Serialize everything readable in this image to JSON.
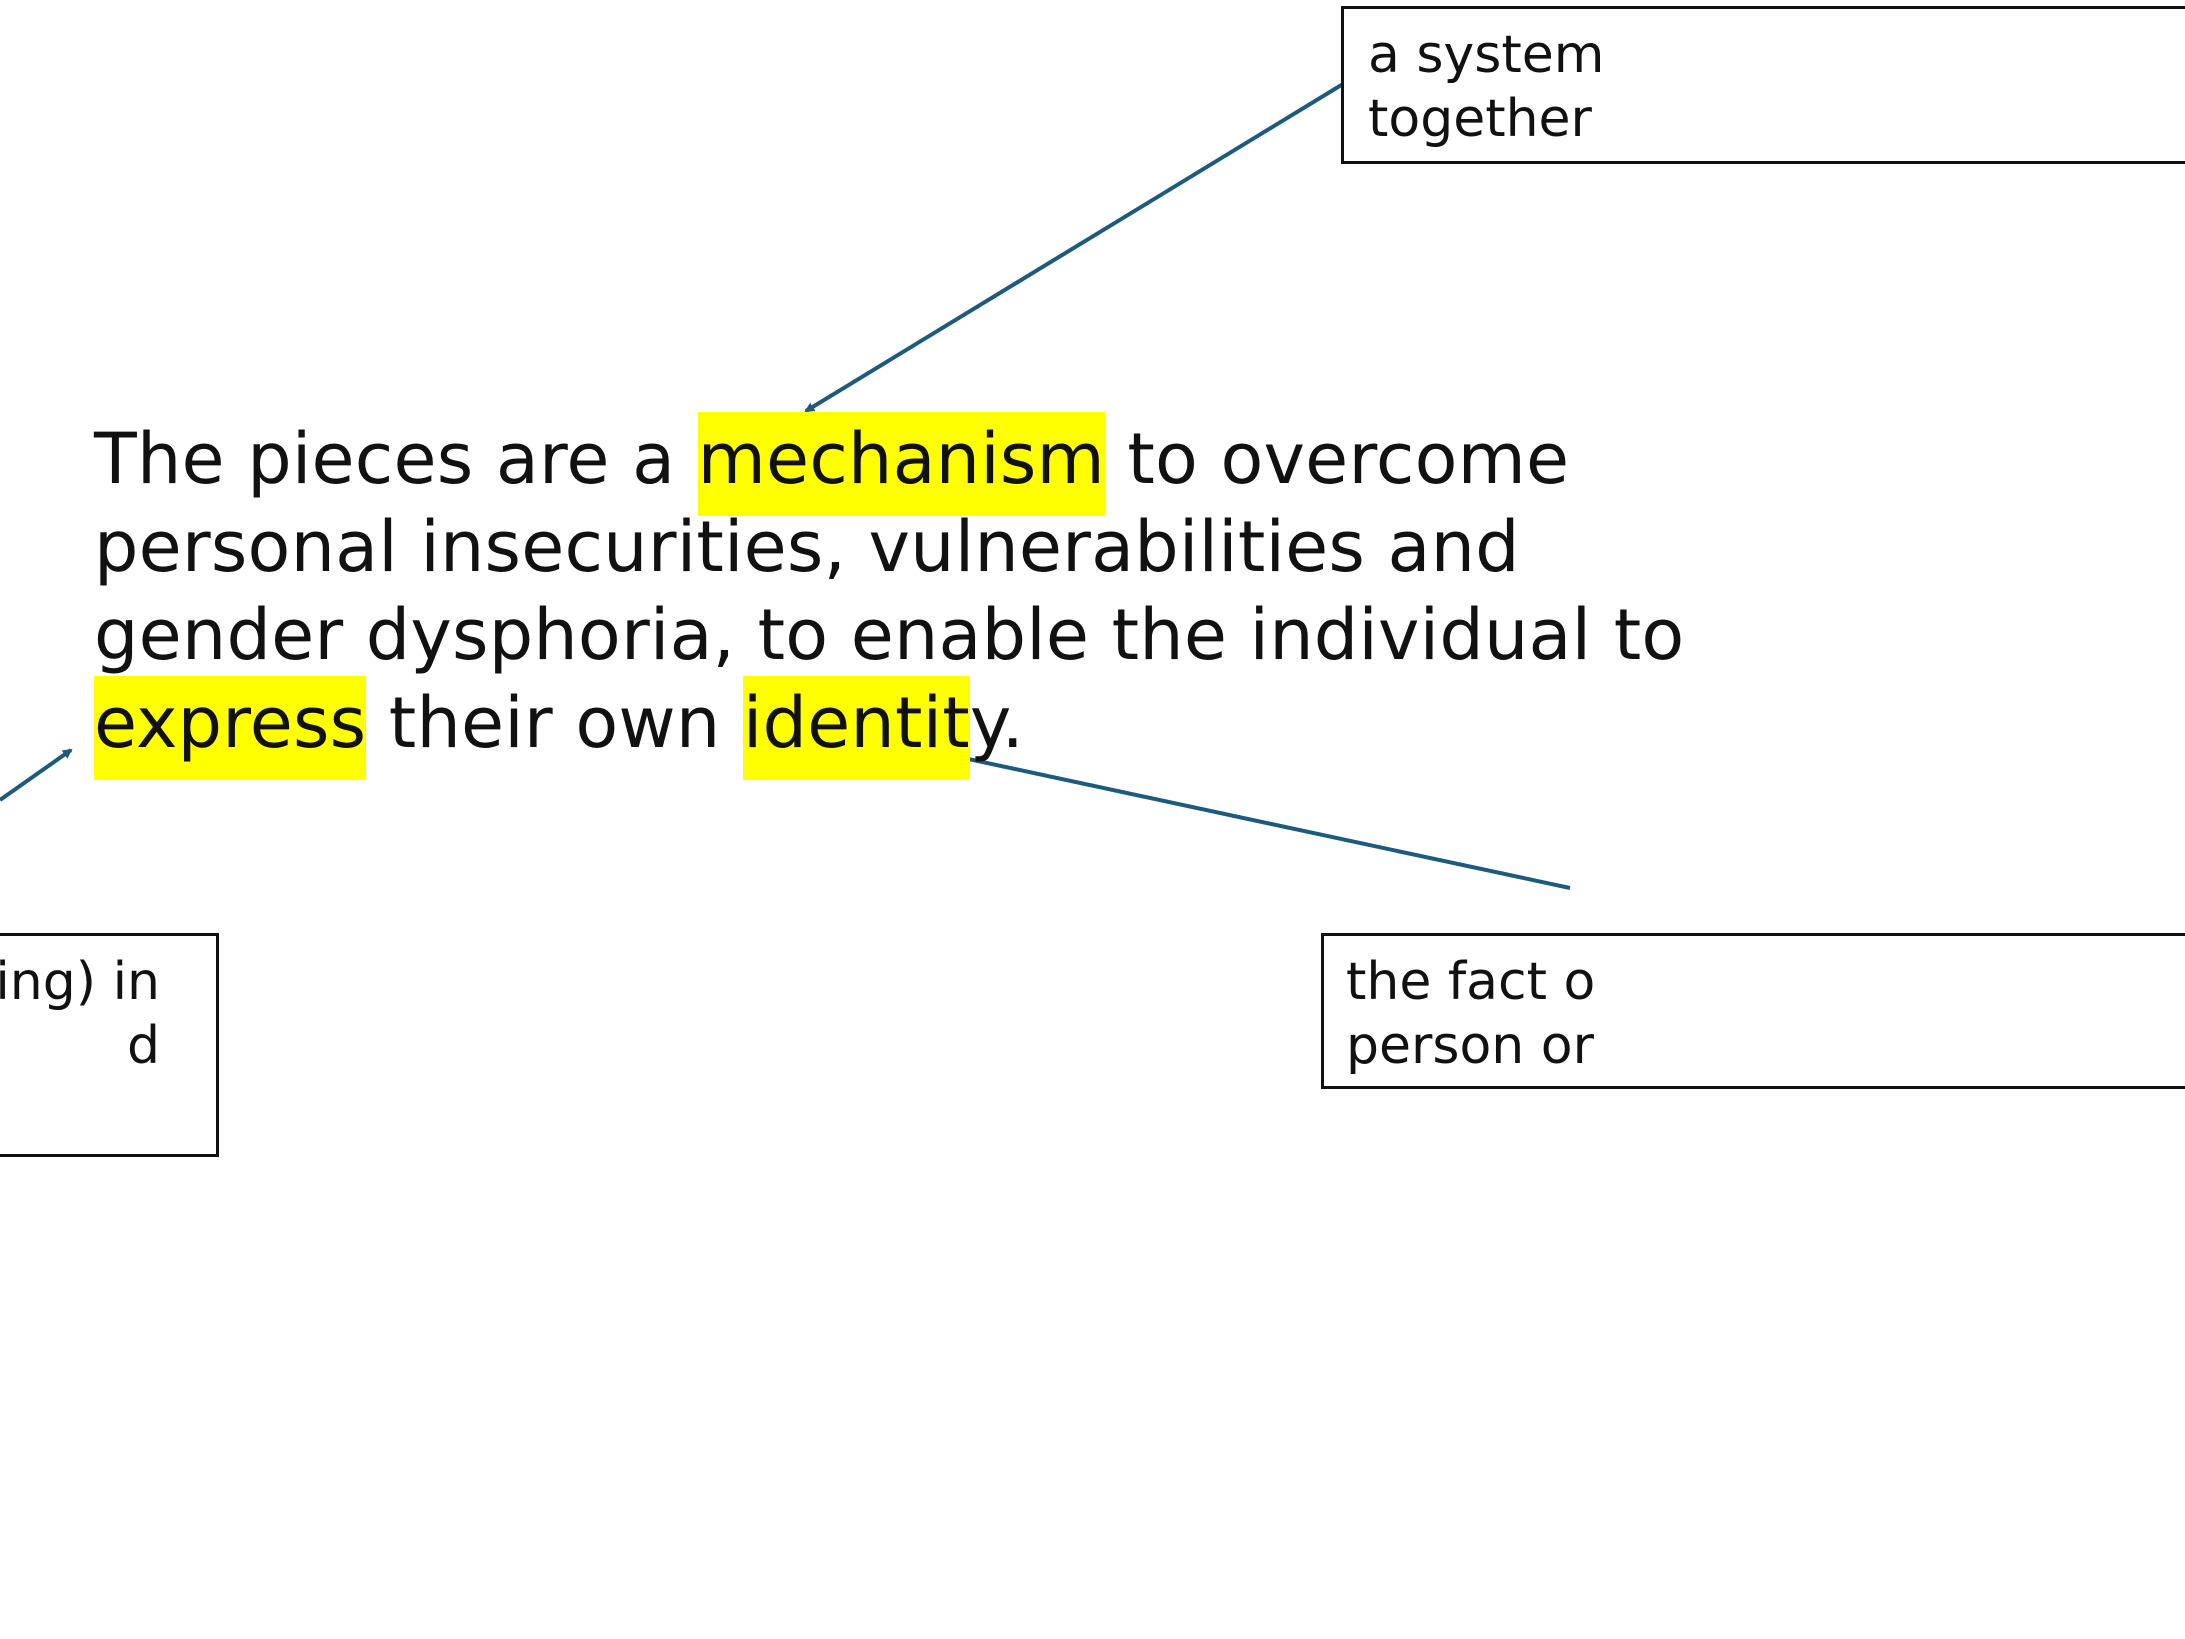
{
  "colors": {
    "highlight": "#ffff00",
    "arrow": "#1d5b7e",
    "box_border": "#111111",
    "text": "#111111"
  },
  "sentence": {
    "line1_before": "The pieces are a ",
    "term_mechanism": "mechanism",
    "line1_after": " to overcome",
    "line2": "personal insecurities, vulnerabilities and",
    "line3": "gender dysphoria, to enable the individual to",
    "term_express": "express",
    "line4_middle": " their own ",
    "term_identity_highlighted": "identit",
    "term_identity_tail": "y",
    "line4_end": "."
  },
  "definitions": {
    "mechanism": {
      "line1": "a system",
      "line2": "together"
    },
    "express": {
      "line1": "eling) in",
      "line2": "d"
    },
    "identity": {
      "line1": "the fact o",
      "line2": "person or"
    }
  }
}
